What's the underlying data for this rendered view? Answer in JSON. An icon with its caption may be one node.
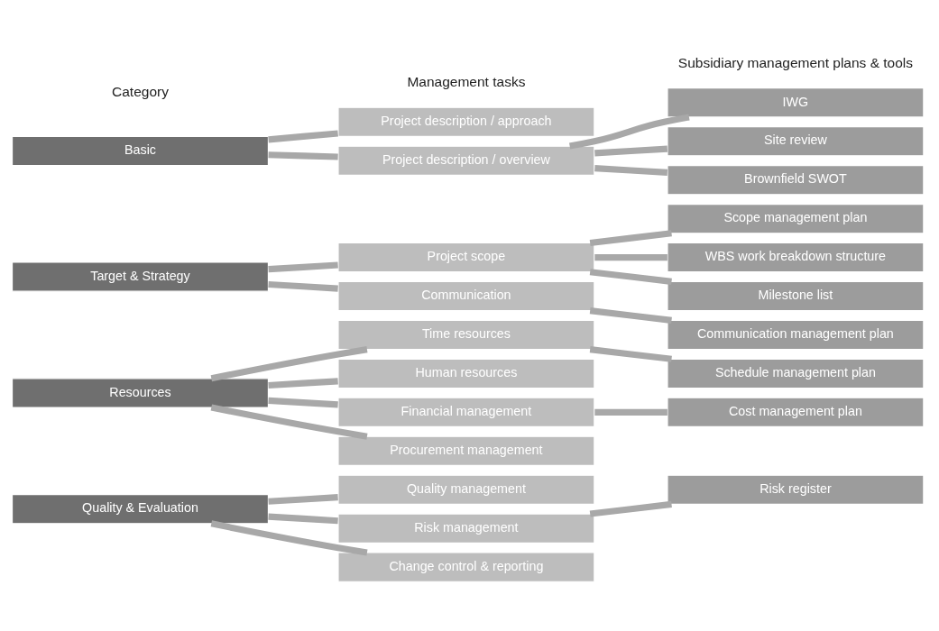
{
  "diagram": {
    "nodes": [
      {
        "text": [
          "Basic"
        ]
      },
      {
        "text": [
          "Project description / approach"
        ]
      },
      {
        "text": [
          "Project description / overview"
        ]
      },
      {
        "text": [
          "IWG"
        ]
      },
      {
        "text": [
          "Site review"
        ]
      },
      {
        "text": [
          "Brownfield SWOT"
        ]
      },
      {
        "text": [
          "Target & Strategy"
        ]
      },
      {
        "text": [
          "Project scope"
        ]
      },
      {
        "text": [
          "Scope management plan"
        ]
      },
      {
        "text": [
          "WBS work breakdown structure"
        ]
      },
      {
        "text": [
          "Milestone list"
        ]
      },
      {
        "text": [
          "Communication"
        ]
      },
      {
        "text": [
          "Communication management plan"
        ]
      },
      {
        "text": [
          "Resources"
        ]
      },
      {
        "text": [
          "Time resources"
        ]
      },
      {
        "text": [
          "Schedule management plan"
        ]
      },
      {
        "text": [
          "Human resources"
        ]
      },
      {
        "text": [
          "Financial management"
        ]
      },
      {
        "text": [
          "Cost management plan"
        ]
      },
      {
        "text": [
          "Procurement management"
        ]
      },
      {
        "text": [
          "Quality & Evaluation"
        ]
      },
      {
        "text": [
          "Quality management"
        ]
      },
      {
        "text": [
          "Risk management"
        ]
      },
      {
        "text": [
          "Risk register"
        ]
      },
      {
        "text": [
          "Change control & reporting"
        ]
      }
    ],
    "edges": [
      {
        "from": 0,
        "to": 1,
        "arrow": "none"
      },
      {
        "from": 0,
        "to": 2,
        "arrow": "none"
      },
      {
        "from": 2,
        "to": 3,
        "arrow": "none"
      },
      {
        "from": 2,
        "to": 4,
        "arrow": "none"
      },
      {
        "from": 2,
        "to": 5,
        "arrow": "none"
      },
      {
        "from": 6,
        "to": 7,
        "arrow": "none"
      },
      {
        "from": 6,
        "to": 11,
        "arrow": "none"
      },
      {
        "from": 7,
        "to": 8,
        "arrow": "none"
      },
      {
        "from": 7,
        "to": 9,
        "arrow": "none"
      },
      {
        "from": 7,
        "to": 10,
        "arrow": "none"
      },
      {
        "from": 11,
        "to": 12,
        "arrow": "none"
      },
      {
        "from": 13,
        "to": 14,
        "arrow": "none"
      },
      {
        "from": 13,
        "to": 16,
        "arrow": "none"
      },
      {
        "from": 13,
        "to": 17,
        "arrow": "none"
      },
      {
        "from": 13,
        "to": 19,
        "arrow": "none"
      },
      {
        "from": 14,
        "to": 15,
        "arrow": "none"
      },
      {
        "from": 17,
        "to": 18,
        "arrow": "none"
      },
      {
        "from": 20,
        "to": 21,
        "arrow": "none"
      },
      {
        "from": 20,
        "to": 22,
        "arrow": "none"
      },
      {
        "from": 20,
        "to": 24,
        "arrow": "none"
      },
      {
        "from": 22,
        "to": 23,
        "arrow": "none"
      }
    ],
    "labels": [
      "Category",
      "Management tasks",
      "Subsidiary management plans & tools"
    ]
  }
}
